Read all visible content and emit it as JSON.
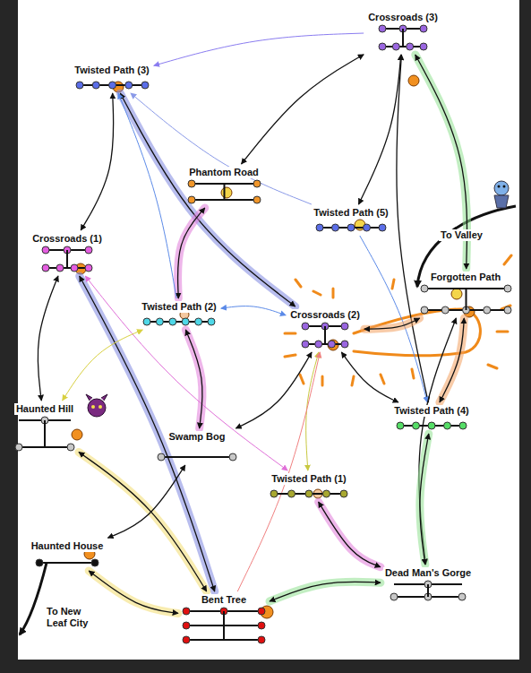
{
  "diagram": {
    "nodes": [
      {
        "text": [
          "Twisted Path (3)"
        ]
      },
      {
        "text": [
          "Phantom Road"
        ]
      },
      {
        "text": [
          "Crossroads (3)"
        ]
      },
      {
        "text": [
          "Twisted Path (5)"
        ]
      },
      {
        "text": [
          "Crossroads (1)"
        ]
      },
      {
        "text": [
          "Twisted Path (2)"
        ]
      },
      {
        "text": [
          "Crossroads (2)"
        ]
      },
      {
        "text": [
          "Forgotten Path"
        ]
      },
      {
        "text": [
          "Haunted Hill"
        ]
      },
      {
        "text": [
          "Twisted Path (4)"
        ]
      },
      {
        "text": [
          "Swamp Bog"
        ]
      },
      {
        "text": [
          "Twisted Path (1)"
        ]
      },
      {
        "text": [
          "Haunted House"
        ]
      },
      {
        "text": [
          "Dead Man's Gorge"
        ]
      },
      {
        "text": [
          "Bent Tree"
        ]
      }
    ],
    "edges": [
      {
        "from": 0,
        "to": 4,
        "arrow": "both"
      },
      {
        "from": 0,
        "to": 6,
        "arrow": "both"
      },
      {
        "from": 2,
        "to": 0,
        "arrow": "to"
      },
      {
        "from": 1,
        "to": 2,
        "arrow": "both"
      },
      {
        "from": 1,
        "to": 5,
        "arrow": "both"
      },
      {
        "from": 2,
        "to": 9,
        "arrow": "both"
      },
      {
        "from": 2,
        "to": 7,
        "arrow": "both"
      },
      {
        "from": 3,
        "to": 2,
        "arrow": "both"
      },
      {
        "from": 3,
        "to": 9,
        "arrow": "to"
      },
      {
        "from": 4,
        "to": 14,
        "arrow": "both"
      },
      {
        "from": 4,
        "to": 8,
        "arrow": "both"
      },
      {
        "from": 4,
        "to": 11,
        "arrow": "both"
      },
      {
        "from": 5,
        "to": 10,
        "arrow": "both"
      },
      {
        "from": 5,
        "to": 6,
        "arrow": "both"
      },
      {
        "from": 5,
        "to": 0,
        "arrow": "to"
      },
      {
        "from": 6,
        "to": 7,
        "arrow": "both"
      },
      {
        "from": 6,
        "to": 10,
        "arrow": "both"
      },
      {
        "from": 6,
        "to": 11,
        "arrow": "both"
      },
      {
        "from": 7,
        "to": 9,
        "arrow": "both"
      },
      {
        "from": 7,
        "to": 13,
        "arrow": "both"
      },
      {
        "from": 9,
        "to": 13,
        "arrow": "both"
      },
      {
        "from": 9,
        "to": 6,
        "arrow": "both"
      },
      {
        "from": 8,
        "to": 14,
        "arrow": "both"
      },
      {
        "from": 12,
        "to": 14,
        "arrow": "both"
      },
      {
        "from": 12,
        "to": 10,
        "arrow": "both"
      },
      {
        "from": 14,
        "to": 13,
        "arrow": "both"
      },
      {
        "from": 14,
        "to": 6,
        "arrow": "to"
      },
      {
        "from": 11,
        "to": 13,
        "arrow": "both"
      },
      {
        "from": 8,
        "to": 5,
        "arrow": "both"
      },
      {
        "from": 3,
        "to": 0,
        "arrow": "to"
      }
    ],
    "labels": [
      "To Valley",
      "To New Leaf City"
    ]
  }
}
